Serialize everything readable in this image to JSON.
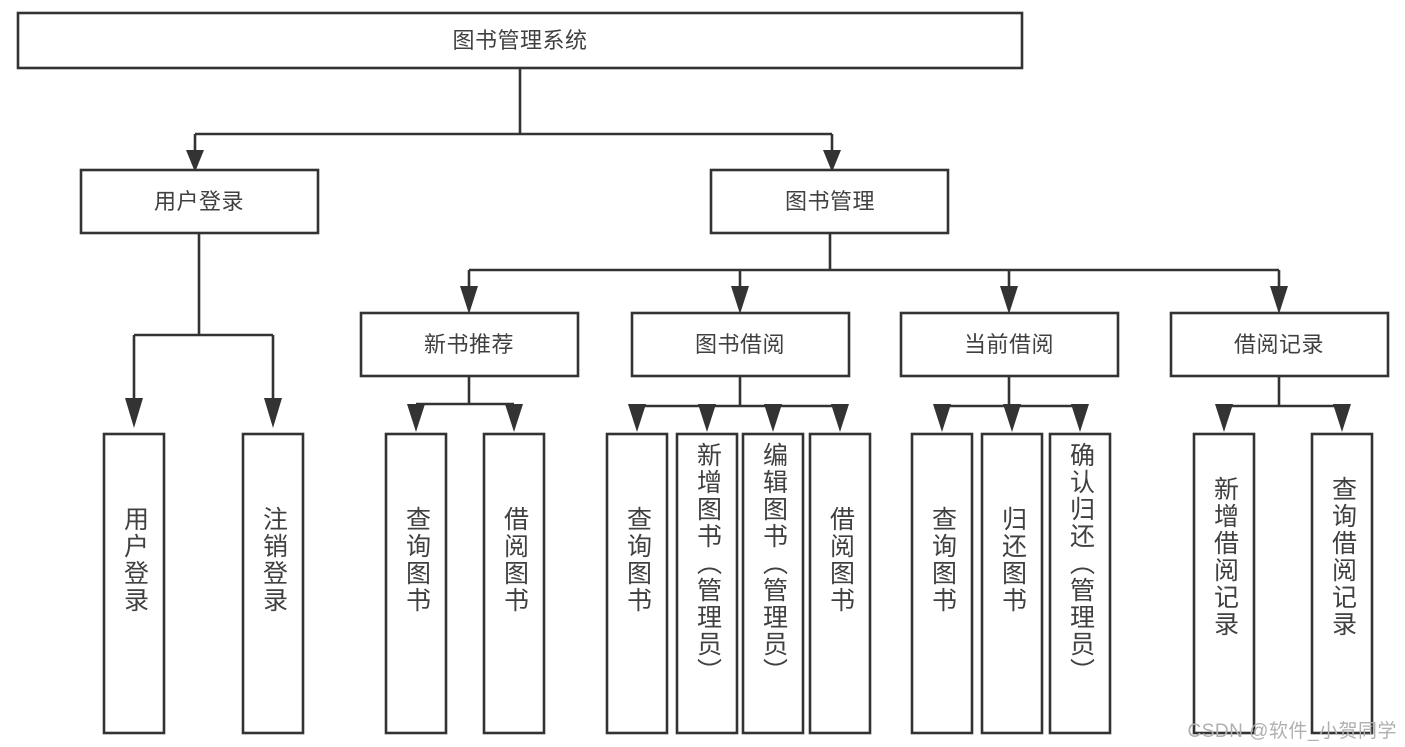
{
  "diagram": {
    "type": "tree-hierarchy",
    "title": "图书管理系统",
    "watermark": "CSDN @软件_小贺同学",
    "colors": {
      "stroke": "#333333",
      "text": "#404040",
      "background": "#ffffff",
      "watermark": "#b0b0b0"
    },
    "root": {
      "label": "图书管理系统"
    },
    "level2": [
      {
        "id": "user-login",
        "label": "用户登录"
      },
      {
        "id": "book-management",
        "label": "图书管理"
      }
    ],
    "level3": [
      {
        "id": "new-book-recommend",
        "label": "新书推荐",
        "parent": "book-management"
      },
      {
        "id": "book-borrow",
        "label": "图书借阅",
        "parent": "book-management"
      },
      {
        "id": "current-borrow",
        "label": "当前借阅",
        "parent": "book-management"
      },
      {
        "id": "borrow-record",
        "label": "借阅记录",
        "parent": "book-management"
      }
    ],
    "leaves": [
      {
        "id": "leaf-user-login",
        "label": "用户登录",
        "parent": "user-login"
      },
      {
        "id": "leaf-logout-login",
        "label": "注销登录",
        "parent": "user-login"
      },
      {
        "id": "leaf-query-book-1",
        "label": "查询图书",
        "parent": "new-book-recommend"
      },
      {
        "id": "leaf-borrow-book-1",
        "label": "借阅图书",
        "parent": "new-book-recommend"
      },
      {
        "id": "leaf-query-book-2",
        "label": "查询图书",
        "parent": "book-borrow"
      },
      {
        "id": "leaf-add-book",
        "label": "新增图书（管理员）",
        "parent": "book-borrow"
      },
      {
        "id": "leaf-edit-book",
        "label": "编辑图书（管理员）",
        "parent": "book-borrow"
      },
      {
        "id": "leaf-borrow-book-2",
        "label": "借阅图书",
        "parent": "book-borrow"
      },
      {
        "id": "leaf-query-book-3",
        "label": "查询图书",
        "parent": "current-borrow"
      },
      {
        "id": "leaf-return-book",
        "label": "归还图书",
        "parent": "current-borrow"
      },
      {
        "id": "leaf-confirm-return",
        "label": "确认归还（管理员）",
        "parent": "current-borrow"
      },
      {
        "id": "leaf-add-record",
        "label": "新增借阅记录",
        "parent": "borrow-record"
      },
      {
        "id": "leaf-query-record",
        "label": "查询借阅记录",
        "parent": "borrow-record"
      }
    ]
  }
}
